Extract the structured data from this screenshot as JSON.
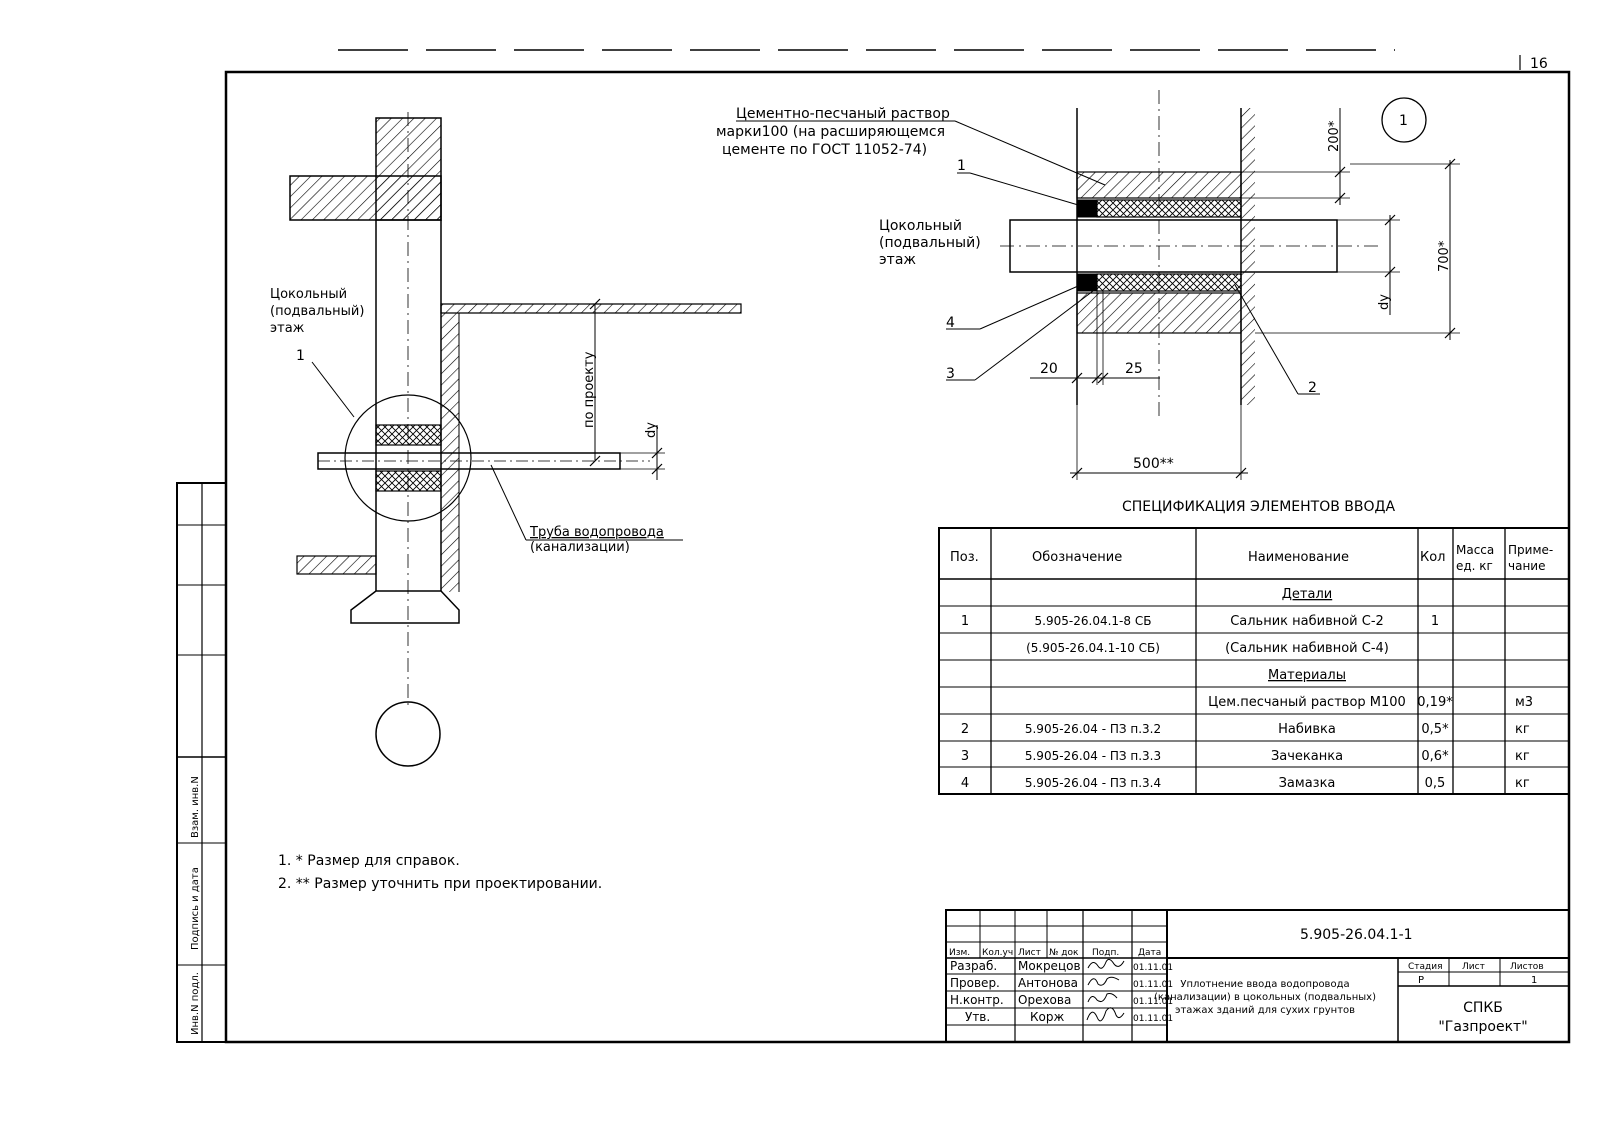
{
  "sheet_number": "16",
  "left_detail": {
    "floor_label": [
      "Цокольный",
      "(подвальный)",
      "этаж"
    ],
    "callout_1": "1",
    "pipe_label": [
      "Труба водопровода",
      "(канализации)"
    ],
    "dim_project": "по проекту",
    "dim_dy": "dy"
  },
  "right_detail": {
    "circle_label": "1",
    "mortar_note": [
      "Цементно-песчаный раствор",
      "марки100 (на расширяющемся",
      "цементе по ГОСТ 11052-74)"
    ],
    "floor_label": [
      "Цокольный",
      "(подвальный)",
      "этаж"
    ],
    "callouts": [
      "1",
      "4",
      "3",
      "2"
    ],
    "dim_200": "200*",
    "dim_700": "700*",
    "dim_dy": "dy",
    "dim_20": "20",
    "dim_25": "25",
    "dim_500": "500**"
  },
  "spec": {
    "title": "СПЕЦИФИКАЦИЯ ЭЛЕМЕНТОВ ВВОДА",
    "headers": [
      "Поз.",
      "Обозначение",
      "Наименование",
      "Кол",
      "Масса ед. кг",
      "Приме-чание"
    ],
    "header_mass": [
      "Масса",
      "ед. кг"
    ],
    "header_note": [
      "Приме-",
      "чание"
    ],
    "rows": [
      {
        "pos": "",
        "code": "",
        "name": "Детали",
        "qty": "",
        "mass": "",
        "note": "",
        "section": true
      },
      {
        "pos": "1",
        "code": "5.905-26.04.1-8 СБ",
        "name": "Сальник набивной С-2",
        "qty": "1",
        "mass": "",
        "note": ""
      },
      {
        "pos": "",
        "code": "(5.905-26.04.1-10 СБ)",
        "name": "(Сальник набивной С-4)",
        "qty": "",
        "mass": "",
        "note": ""
      },
      {
        "pos": "",
        "code": "",
        "name": "Материалы",
        "qty": "",
        "mass": "",
        "note": "",
        "section": true
      },
      {
        "pos": "",
        "code": "",
        "name": "Цем.песчаный раствор М100",
        "qty": "0,19*",
        "mass": "",
        "note": "м3"
      },
      {
        "pos": "2",
        "code": "5.905-26.04 - ПЗ п.3.2",
        "name": "Набивка",
        "qty": "0,5*",
        "mass": "",
        "note": "кг"
      },
      {
        "pos": "3",
        "code": "5.905-26.04 - ПЗ п.3.3",
        "name": "Зачеканка",
        "qty": "0,6*",
        "mass": "",
        "note": "кг"
      },
      {
        "pos": "4",
        "code": "5.905-26.04 - ПЗ п.3.4",
        "name": "Замазка",
        "qty": "0,5",
        "mass": "",
        "note": "кг"
      }
    ]
  },
  "notes": [
    "1. * Размер для справок.",
    "2. ** Размер уточнить при проектировании."
  ],
  "side_stamp": [
    "Взам. инв.N",
    "Подпись и дата",
    "Инв.N подл."
  ],
  "title_block": {
    "doc_code": "5.905-26.04.1-1",
    "col_headers": [
      "Изм.",
      "Кол.уч",
      "Лист",
      "№ док",
      "Подп.",
      "Дата"
    ],
    "people": [
      {
        "role": "Разраб.",
        "name": "Мокрецов",
        "date": "01.11.01"
      },
      {
        "role": "Провер.",
        "name": "Антонова",
        "date": "01.11.01"
      },
      {
        "role": "Н.контр.",
        "name": "Орехова",
        "date": "01.11.01"
      },
      {
        "role": "Утв.",
        "name": "Корж",
        "date": "01.11.01"
      }
    ],
    "title": [
      "Уплотнение ввода водопровода",
      "(канализации) в цокольных (подвальных)",
      "этажах зданий для сухих грунтов"
    ],
    "stage_headers": [
      "Стадия",
      "Лист",
      "Листов"
    ],
    "stage": "Р",
    "sheets": "1",
    "org": [
      "СПКБ",
      "\"Газпроект\""
    ]
  }
}
